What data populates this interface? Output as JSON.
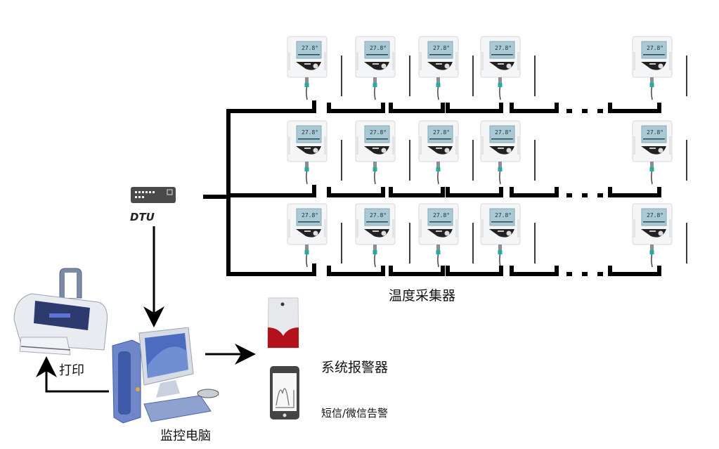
{
  "diagram": {
    "title": "温湿度监控系统拓扑图",
    "nodes": {
      "dtu": {
        "label": "DTU",
        "icon": "dtu-gateway-icon"
      },
      "collectors": {
        "label": "温度采集器",
        "icon": "temperature-logger-icon",
        "rows": 3,
        "visible_per_row": 5,
        "ellipsis": "...",
        "display_reading": "27.8"
      },
      "pc": {
        "label": "监控电脑",
        "icon": "desktop-computer-icon"
      },
      "printer": {
        "label": "打印",
        "icon": "printer-icon"
      },
      "alarm": {
        "label": "系统报警器",
        "icon": "siren-alarm-icon"
      },
      "sms": {
        "label": "短信/微信告警",
        "icon": "smartphone-icon"
      }
    },
    "edges": [
      {
        "from": "collectors",
        "to": "dtu"
      },
      {
        "from": "dtu",
        "to": "pc"
      },
      {
        "from": "pc",
        "to": "printer"
      },
      {
        "from": "pc",
        "to": "alarm"
      }
    ],
    "colors": {
      "line": "#000000",
      "alarm_red": "#b3121b",
      "pc_blue": "#3f5aa8",
      "lcd": "#9fc3cf",
      "probe": "#2aa9a0"
    }
  }
}
